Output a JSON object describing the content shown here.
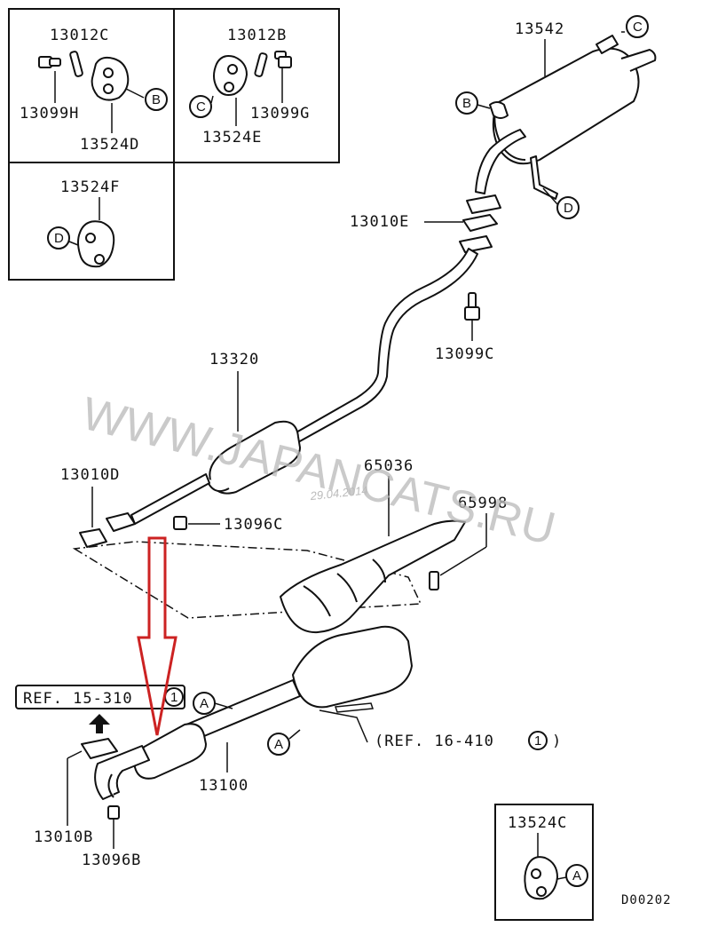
{
  "watermark": {
    "site": "WWW.JAPANCATS.RU",
    "date": "29.04.2014"
  },
  "diagram_code": "D00202",
  "boxes": {
    "hanger_c": {
      "bolt": "13012C",
      "nut": "13099H",
      "hanger": "13524D",
      "ref": "B"
    },
    "hanger_b": {
      "bolt": "13012B",
      "nut": "13099G",
      "hanger": "13524E",
      "ref": "C"
    },
    "hanger_f": {
      "hanger": "13524F",
      "ref": "D"
    },
    "hanger_bottom": {
      "hanger": "13524C",
      "ref": "A"
    }
  },
  "parts": {
    "muffler": "13542",
    "gasket_e": "13010E",
    "bolt_c": "13099C",
    "center_pipe": "13320",
    "gasket_d": "13010D",
    "nut_c": "13096C",
    "heat_shield": "65036",
    "shield_bolt": "65998",
    "front_pipe": "13100",
    "gasket_b": "13010B",
    "nut_b": "13096B"
  },
  "refs": {
    "ref_15": {
      "text": "REF. 15-310",
      "num": "1"
    },
    "ref_16": {
      "text": "(REF. 16-410",
      "num": "1",
      "close": ")"
    }
  },
  "callouts": {
    "a": "A",
    "b": "B",
    "c": "C",
    "d": "D"
  },
  "colors": {
    "arrow": "#cc2222",
    "ink": "#111111",
    "watermark": "#b9b9b9"
  }
}
